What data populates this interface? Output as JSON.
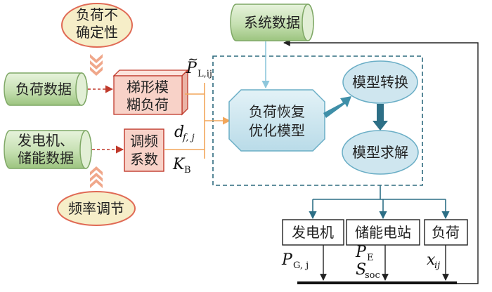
{
  "nodes": {
    "load_uncertainty": {
      "line1": "负荷不",
      "line2": "确定性"
    },
    "load_data": "负荷数据",
    "gen_storage_data": {
      "line1": "发电机、",
      "line2": "储能数据"
    },
    "freq_regulation": "频率调节",
    "trapezoid_fuzzy_load": {
      "line1": "梯形模",
      "line2": "糊负荷"
    },
    "freq_coefficient": {
      "line1": "调频",
      "line2": "系数"
    },
    "system_data": "系统数据",
    "restoration_model": {
      "line1": "负荷恢复",
      "line2": "优化模型"
    },
    "model_conversion": "模型转换",
    "model_solving": "模型求解",
    "generator": "发电机",
    "storage_station": "储能电站",
    "load": "负荷"
  },
  "variables": {
    "p_load": {
      "main": "P",
      "tilde": "~",
      "sub": "L,ij"
    },
    "d_fj": {
      "main": "d",
      "sub": "f, j"
    },
    "k_b": {
      "main": "K",
      "sub": "B"
    },
    "p_gj": {
      "main": "P",
      "sub": "G, j"
    },
    "p_e": {
      "main": "P",
      "sub": "E"
    },
    "s_soc": {
      "main": "S",
      "sub": "soc"
    },
    "x_ij": {
      "main": "x",
      "sub": "ij"
    }
  },
  "colors": {
    "cylinder_green_fill": "#cfe6bf",
    "cylinder_green_dark": "#7fa866",
    "ellipse_fill": "#f6eec8",
    "ellipse_stroke": "#e06a55",
    "chevron": "#f0a78a",
    "cube_front": "#f8d2c8",
    "cube_top": "#fbe3dc",
    "cube_side": "#eab3a6",
    "cube_stroke": "#c0392b",
    "red_dash": "#c0392b",
    "orange_arrow": "#f2a65a",
    "light_blue_arrow": "#8ec7dc",
    "octagon_fill": "#cfe6ef",
    "octagon_stroke": "#6aaec6",
    "teal": "#2d6f86",
    "teal_light": "#3f8fa8",
    "dashed_frame": "#2e6b7f",
    "feedback_line": "#333333"
  }
}
